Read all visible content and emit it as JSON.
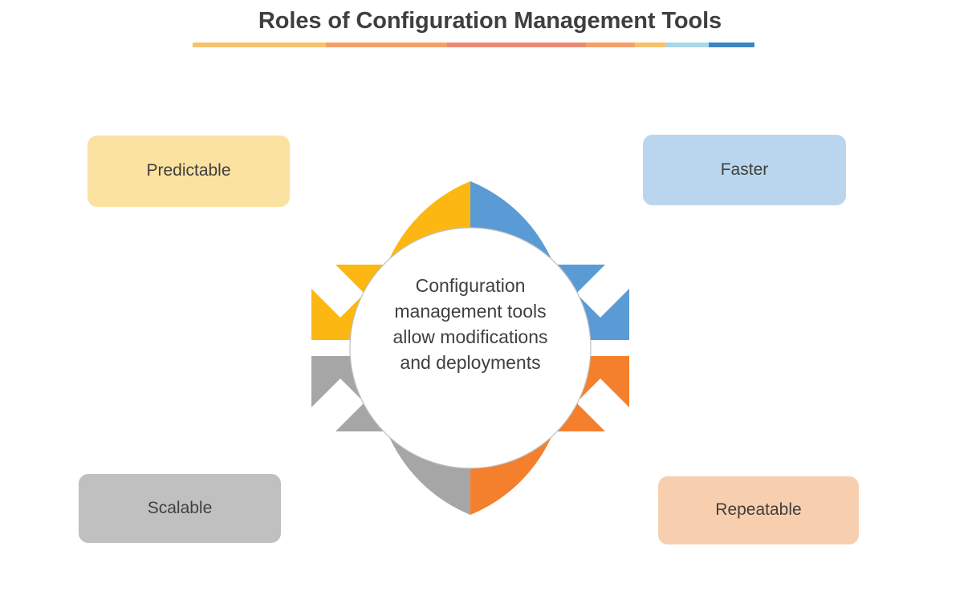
{
  "page": {
    "title": "Roles of Configuration Management Tools",
    "background": "#ffffff",
    "title_color": "#3f3f3f"
  },
  "title_rule": {
    "segments": [
      {
        "name": "segment-yellow-1",
        "color": "#f6c36b",
        "width": 180
      },
      {
        "name": "segment-orange-1",
        "color": "#f2a069",
        "width": 164
      },
      {
        "name": "segment-salmon",
        "color": "#ea8a76",
        "width": 188
      },
      {
        "name": "segment-orange-2",
        "color": "#f2a169",
        "width": 66
      },
      {
        "name": "segment-yellow-2",
        "color": "#f7c16c",
        "width": 42
      },
      {
        "name": "segment-lightblue",
        "color": "#a9d7e8",
        "width": 58
      },
      {
        "name": "segment-darkblue",
        "color": "#3d85c0",
        "width": 62
      }
    ]
  },
  "labels": [
    {
      "id": "predictable",
      "text": "Predictable",
      "fill": "#fbe2a0",
      "text_color": "#3f3f3f"
    },
    {
      "id": "faster",
      "text": "Faster",
      "fill": "#bad6ee",
      "text_color": "#3f3f3f"
    },
    {
      "id": "scalable",
      "text": "Scalable",
      "fill": "#c0c0c0",
      "text_color": "#3f3f3f"
    },
    {
      "id": "repeatable",
      "text": "Repeatable",
      "fill": "#f8cfae",
      "text_color": "#3f3f3f"
    }
  ],
  "center": {
    "lines": [
      "Configuration",
      "management tools",
      "allow modifications",
      "and deployments"
    ],
    "fill": "#ffffff",
    "stroke": "#bfbfbf",
    "text_color": "#404040"
  },
  "arrows": [
    {
      "id": "arrow-top-left",
      "color": "#fcb713",
      "quadrant": "top-left",
      "points_to": "predictable"
    },
    {
      "id": "arrow-top-right",
      "color": "#5b9bd5",
      "quadrant": "top-right",
      "points_to": "faster"
    },
    {
      "id": "arrow-bottom-right",
      "color": "#f4802d",
      "quadrant": "bottom-right",
      "points_to": "repeatable"
    },
    {
      "id": "arrow-bottom-left",
      "color": "#a6a6a6",
      "quadrant": "bottom-left",
      "points_to": "scalable"
    }
  ]
}
